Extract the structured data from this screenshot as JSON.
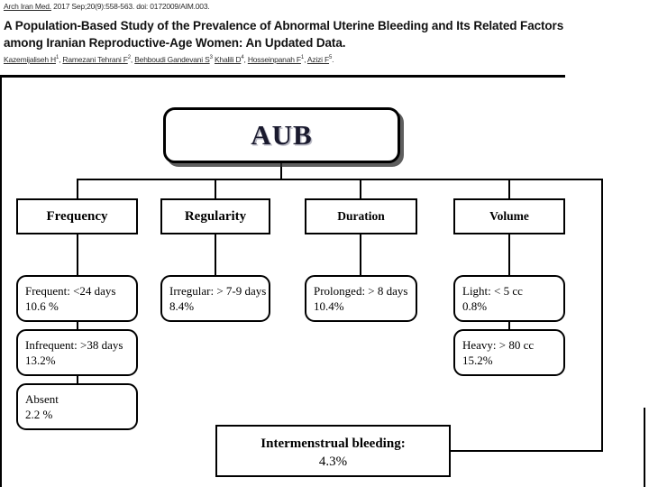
{
  "header": {
    "citation_journal": "Arch Iran Med.",
    "citation_rest": " 2017 Sep;20(9):558-563. doi: 0172009/AIM.003.",
    "title": "A Population-Based Study of the Prevalence of Abnormal Uterine Bleeding and Its Related Factors among Iranian Reproductive-Age Women: An Updated Data.",
    "authors": [
      {
        "name": "Kazemijaliseh H",
        "sup": "1",
        "sep": ", "
      },
      {
        "name": "Ramezani Tehrani F",
        "sup": "2",
        "sep": ", "
      },
      {
        "name": "Behboudi Gandevani S",
        "sup": "3",
        "sep": "  "
      },
      {
        "name": "Khalili D",
        "sup": "4",
        "sep": ", "
      },
      {
        "name": "Hosseinpanah F",
        "sup": "1",
        "sep": ", "
      },
      {
        "name": "Azizi F",
        "sup": "5",
        "sep": "."
      }
    ]
  },
  "diagram": {
    "root": {
      "label": "AUB"
    },
    "categories": [
      {
        "label": "Frequency"
      },
      {
        "label": "Regularity"
      },
      {
        "label": "Duration"
      },
      {
        "label": "Volume"
      }
    ],
    "leaves": {
      "frequency": [
        {
          "line1": "Frequent: <24 days",
          "line2": "10.6 %"
        },
        {
          "line1": "Infrequent: >38 days",
          "line2": "13.2%"
        },
        {
          "line1": "Absent",
          "line2": "2.2 %"
        }
      ],
      "regularity": [
        {
          "line1": "Irregular: > 7-9 days",
          "line2": "8.4%"
        }
      ],
      "duration": [
        {
          "line1": "Prolonged: > 8 days",
          "line2": "10.4%"
        }
      ],
      "volume": [
        {
          "line1": "Light: < 5 cc",
          "line2": "0.8%"
        },
        {
          "line1": "Heavy: > 80 cc",
          "line2": "15.2%"
        }
      ]
    },
    "bottom": {
      "title": "Intermenstrual bleeding:",
      "value": "4.3%"
    },
    "colors": {
      "stroke": "#000000",
      "background": "#ffffff",
      "root_text": "#1a1a2e"
    }
  }
}
